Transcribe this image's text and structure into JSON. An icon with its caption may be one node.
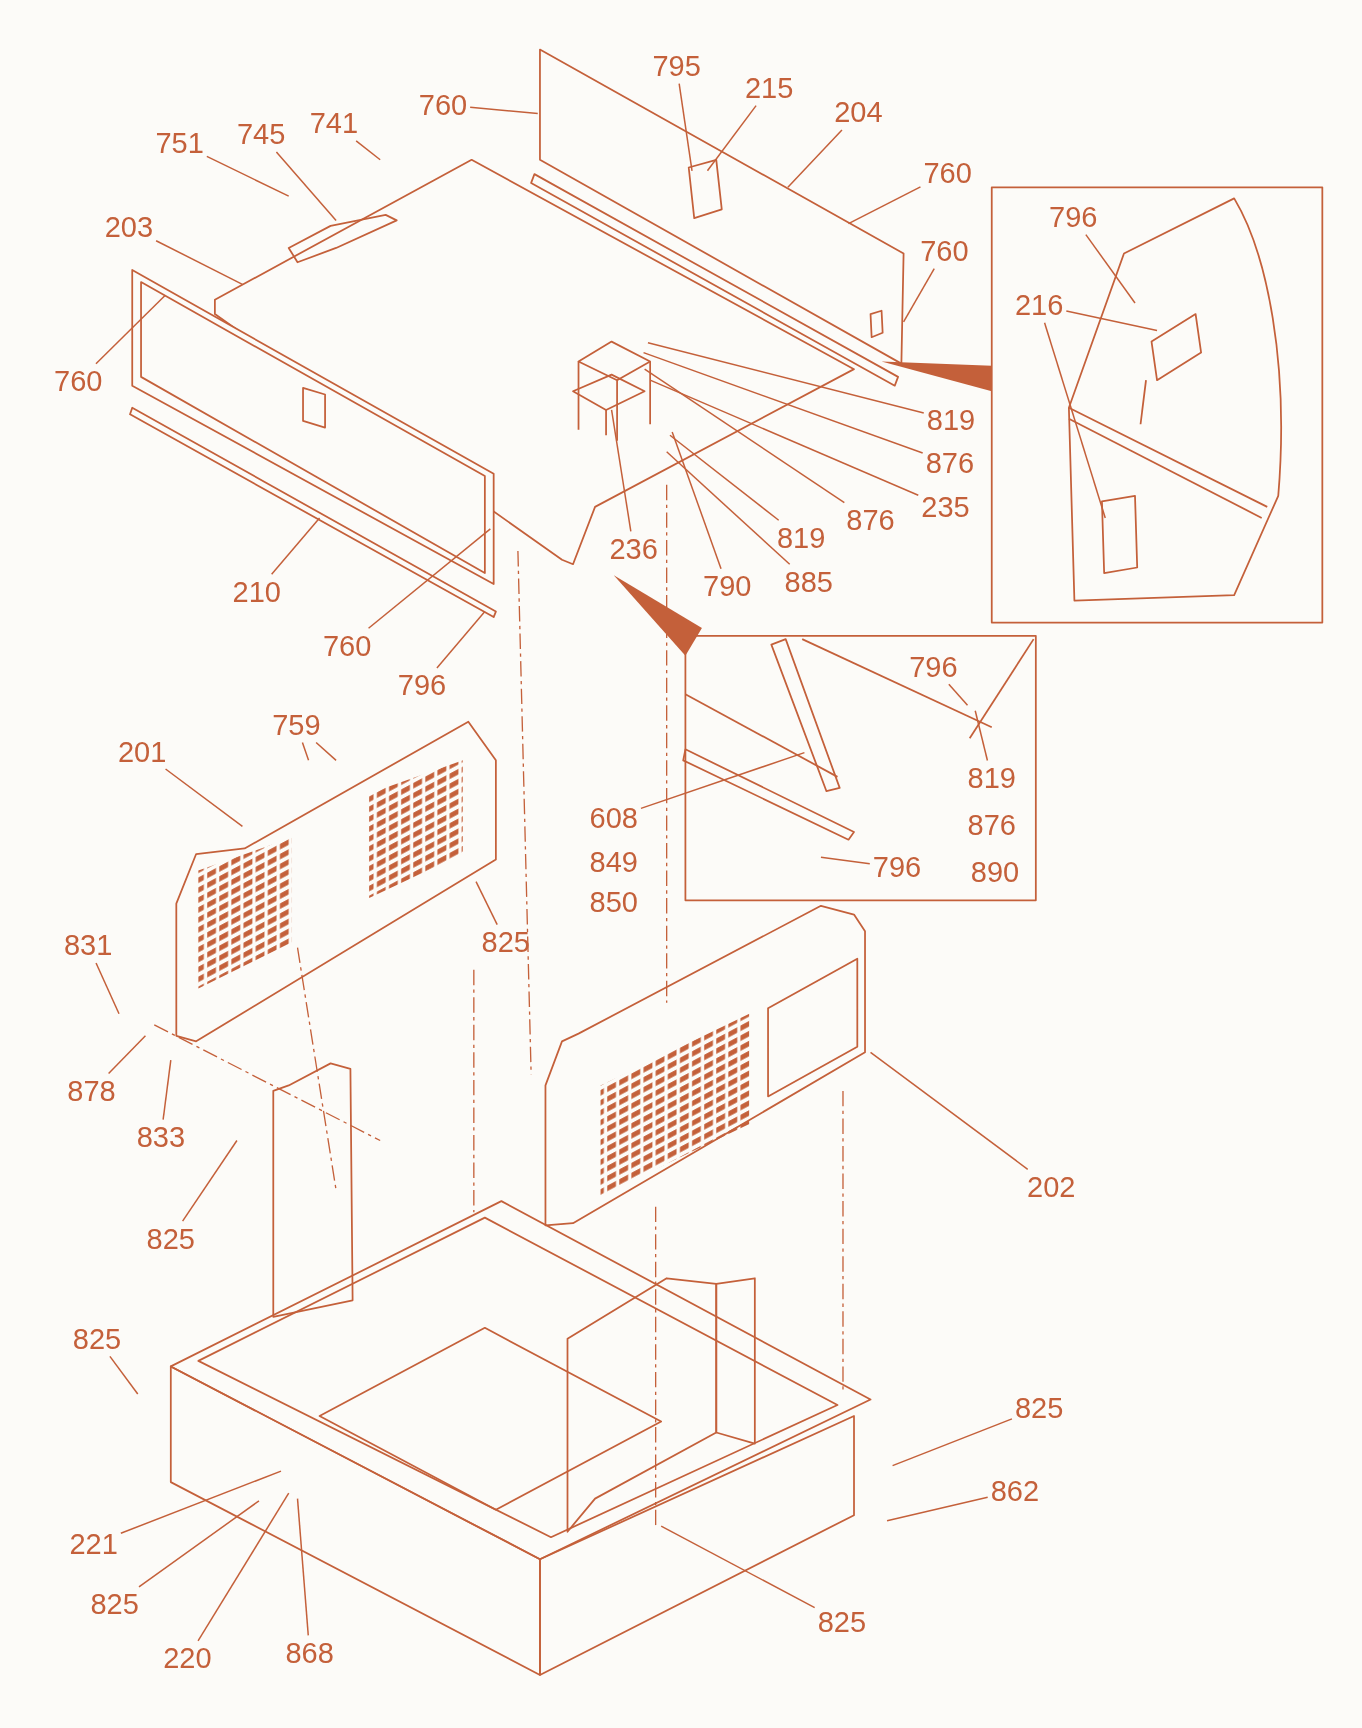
{
  "diagram": {
    "nodes": [
      {
        "text": [
          "760"
        ]
      },
      {
        "text": [
          "795"
        ]
      },
      {
        "text": [
          "215"
        ]
      },
      {
        "text": [
          "204"
        ]
      },
      {
        "text": [
          "760"
        ]
      },
      {
        "text": [
          "760"
        ]
      },
      {
        "text": [
          "751"
        ]
      },
      {
        "text": [
          "745"
        ]
      },
      {
        "text": [
          "741"
        ]
      },
      {
        "text": [
          "203"
        ]
      },
      {
        "text": [
          "760"
        ]
      },
      {
        "text": [
          "819"
        ]
      },
      {
        "text": [
          "876"
        ]
      },
      {
        "text": [
          "876"
        ]
      },
      {
        "text": [
          "235"
        ]
      },
      {
        "text": [
          "236"
        ]
      },
      {
        "text": [
          "819"
        ]
      },
      {
        "text": [
          "885"
        ]
      },
      {
        "text": [
          "790"
        ]
      },
      {
        "text": [
          "210"
        ]
      },
      {
        "text": [
          "760"
        ]
      },
      {
        "text": [
          "796"
        ]
      },
      {
        "text": [
          "796"
        ]
      },
      {
        "text": [
          "216"
        ]
      },
      {
        "text": [
          "796"
        ]
      },
      {
        "text": [
          "819"
        ]
      },
      {
        "text": [
          "608"
        ]
      },
      {
        "text": [
          "796"
        ]
      },
      {
        "text": [
          "759"
        ]
      },
      {
        "text": [
          "201"
        ]
      },
      {
        "text": [
          "825"
        ]
      },
      {
        "text": [
          "831"
        ]
      },
      {
        "text": [
          "878"
        ]
      },
      {
        "text": [
          "833"
        ]
      },
      {
        "text": [
          "825"
        ]
      },
      {
        "text": [
          "202"
        ]
      },
      {
        "text": [
          "825"
        ]
      },
      {
        "text": [
          "825"
        ]
      },
      {
        "text": [
          "862"
        ]
      },
      {
        "text": [
          "221"
        ]
      },
      {
        "text": [
          "825"
        ]
      },
      {
        "text": [
          "220"
        ]
      },
      {
        "text": [
          "868"
        ]
      },
      {
        "text": [
          "825"
        ]
      }
    ],
    "edges": [
      {
        "from": 0,
        "to": null,
        "arrow": "none"
      },
      {
        "from": 1,
        "to": null,
        "arrow": "none"
      },
      {
        "from": 2,
        "to": null,
        "arrow": "none"
      },
      {
        "from": 3,
        "to": null,
        "arrow": "none"
      },
      {
        "from": 4,
        "to": null,
        "arrow": "none"
      },
      {
        "from": 5,
        "to": null,
        "arrow": "none"
      },
      {
        "from": 6,
        "to": null,
        "arrow": "none"
      },
      {
        "from": 7,
        "to": null,
        "arrow": "none"
      },
      {
        "from": 8,
        "to": null,
        "arrow": "none"
      },
      {
        "from": 9,
        "to": null,
        "arrow": "none"
      },
      {
        "from": 10,
        "to": null,
        "arrow": "none"
      },
      {
        "from": 11,
        "to": null,
        "arrow": "none"
      },
      {
        "from": 12,
        "to": null,
        "arrow": "none"
      },
      {
        "from": 13,
        "to": null,
        "arrow": "none"
      },
      {
        "from": 14,
        "to": null,
        "arrow": "none"
      },
      {
        "from": 15,
        "to": null,
        "arrow": "none"
      },
      {
        "from": 16,
        "to": null,
        "arrow": "none"
      },
      {
        "from": 17,
        "to": null,
        "arrow": "none"
      },
      {
        "from": 18,
        "to": null,
        "arrow": "none"
      },
      {
        "from": 19,
        "to": null,
        "arrow": "none"
      },
      {
        "from": 20,
        "to": null,
        "arrow": "none"
      },
      {
        "from": 21,
        "to": null,
        "arrow": "none"
      },
      {
        "from": 22,
        "to": null,
        "arrow": "none"
      },
      {
        "from": 23,
        "to": null,
        "arrow": "none"
      },
      {
        "from": 23,
        "to": null,
        "arrow": "none"
      },
      {
        "from": 24,
        "to": null,
        "arrow": "none"
      },
      {
        "from": 25,
        "to": null,
        "arrow": "none"
      },
      {
        "from": 26,
        "to": null,
        "arrow": "none"
      },
      {
        "from": 27,
        "to": null,
        "arrow": "none"
      },
      {
        "from": 28,
        "to": null,
        "arrow": "none"
      },
      {
        "from": 28,
        "to": null,
        "arrow": "none"
      },
      {
        "from": 29,
        "to": null,
        "arrow": "none"
      },
      {
        "from": 30,
        "to": null,
        "arrow": "none"
      },
      {
        "from": 31,
        "to": null,
        "arrow": "none"
      },
      {
        "from": 32,
        "to": null,
        "arrow": "none"
      },
      {
        "from": 33,
        "to": null,
        "arrow": "none"
      },
      {
        "from": 34,
        "to": null,
        "arrow": "none"
      },
      {
        "from": 35,
        "to": null,
        "arrow": "none"
      },
      {
        "from": 36,
        "to": null,
        "arrow": "none"
      },
      {
        "from": 37,
        "to": null,
        "arrow": "none"
      },
      {
        "from": 38,
        "to": null,
        "arrow": "none"
      },
      {
        "from": 39,
        "to": null,
        "arrow": "none"
      },
      {
        "from": 40,
        "to": null,
        "arrow": "none"
      },
      {
        "from": 41,
        "to": null,
        "arrow": "none"
      },
      {
        "from": 42,
        "to": null,
        "arrow": "none"
      },
      {
        "from": 43,
        "to": null,
        "arrow": "none"
      }
    ],
    "labels": [
      "876",
      "890",
      "849",
      "850"
    ]
  }
}
